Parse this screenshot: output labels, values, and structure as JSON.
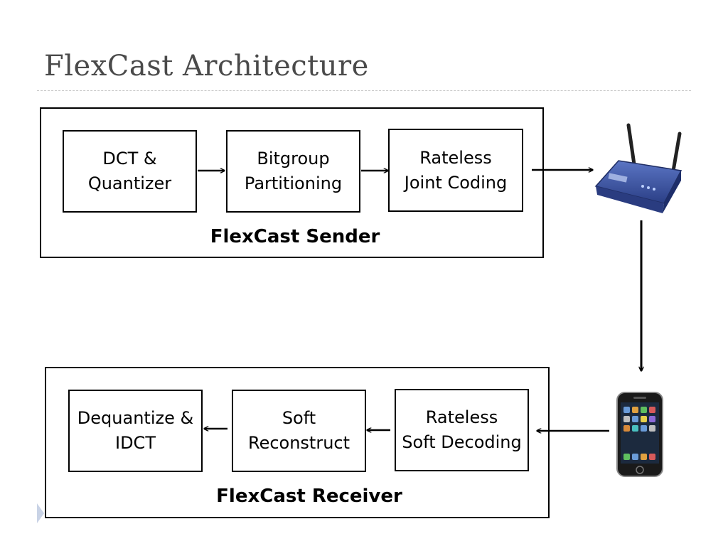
{
  "title": "FlexCast Architecture",
  "sender": {
    "label": "FlexCast Sender",
    "boxes": [
      {
        "line1": "DCT &",
        "line2": "Quantizer"
      },
      {
        "line1": "Bitgroup",
        "line2": "Partitioning"
      },
      {
        "line1": "Rateless",
        "line2": "Joint Coding"
      }
    ]
  },
  "receiver": {
    "label": "FlexCast Receiver",
    "boxes": [
      {
        "line1": "Dequantize &",
        "line2": "IDCT"
      },
      {
        "line1": "Soft",
        "line2": "Reconstruct"
      },
      {
        "line1": "Rateless",
        "line2": "Soft Decoding"
      }
    ]
  },
  "icons": {
    "router": "wireless-router-icon",
    "phone": "smartphone-icon"
  },
  "colors": {
    "title": "#4a4a4a",
    "router_body": "#3d57a8",
    "phone_body": "#1a1a1a"
  }
}
